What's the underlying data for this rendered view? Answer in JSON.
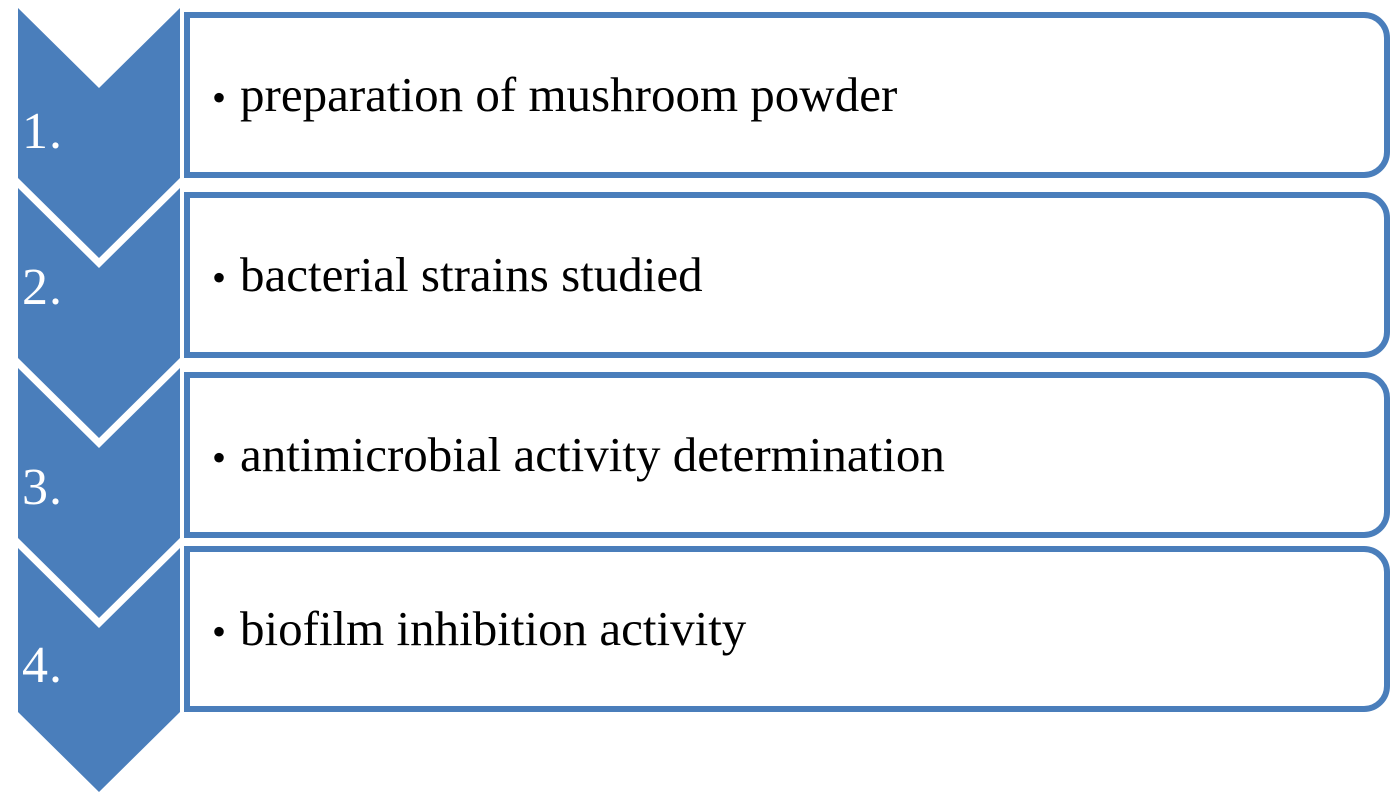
{
  "diagram": {
    "type": "vertical-chevron-process",
    "title": "",
    "colors": {
      "chevron_fill": "#4A7EBB",
      "box_border": "#4A7EBB",
      "box_fill": "#FFFFFF",
      "number_text": "#FFFFFF",
      "body_text": "#000000",
      "background": "#FFFFFF"
    },
    "steps": [
      {
        "number": "1.",
        "bullet": "•",
        "text": "preparation of mushroom powder"
      },
      {
        "number": "2.",
        "bullet": "•",
        "text": "bacterial strains studied"
      },
      {
        "number": "3.",
        "bullet": "•",
        "text": "antimicrobial activity determination"
      },
      {
        "number": "4.",
        "bullet": "•",
        "text": "biofilm inhibition activity"
      }
    ]
  }
}
